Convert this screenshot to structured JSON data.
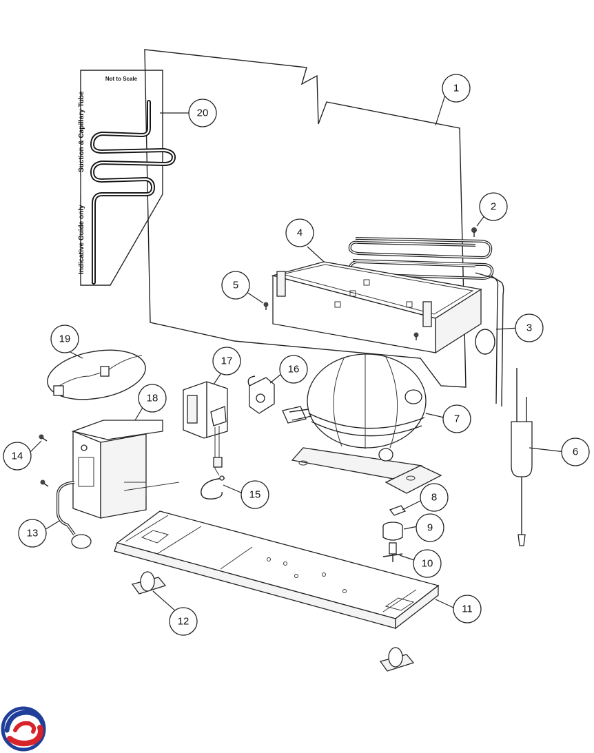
{
  "guide": {
    "note": "Not to Scale",
    "tube_label": "Suction & Capillary Tube",
    "guide_label": "Indicative Guide only"
  },
  "callouts": [
    "1",
    "2",
    "3",
    "4",
    "5",
    "6",
    "7",
    "8",
    "9",
    "10",
    "11",
    "12",
    "13",
    "14",
    "15",
    "16",
    "17",
    "18",
    "19",
    "20"
  ],
  "logo": {
    "icon": "brand-swirl-logo",
    "colors": {
      "blue": "#1f3f9a",
      "red": "#d8232a"
    }
  }
}
